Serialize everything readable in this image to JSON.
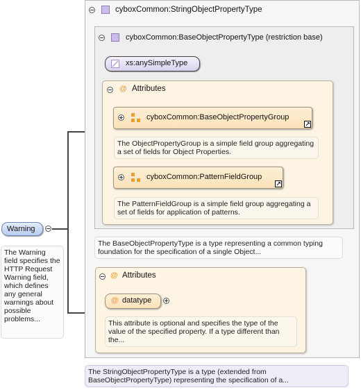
{
  "element": {
    "name": "Warning",
    "doc": "The Warning field specifies the HTTP Request Warning field, which defines any general warnings about possible problems..."
  },
  "outer_type": {
    "name": "cyboxCommon:StringObjectPropertyType",
    "doc": "The StringObjectPropertyType is a type (extended from BaseObjectPropertyType) representing the specification of a..."
  },
  "base_type": {
    "name": "cyboxCommon:BaseObjectPropertyType (restriction base)",
    "doc": "The BaseObjectPropertyType is a type representing a common typing foundation for the specification of a single Object...",
    "simple_type": "xs:anySimpleType",
    "attributes_label": "Attributes",
    "groups": [
      {
        "name": "cyboxCommon:BaseObjectPropertyGroup",
        "doc": "The ObjectPropertyGroup is a simple field group aggregating a set of fields for Object Properties."
      },
      {
        "name": "cyboxCommon:PatternFieldGroup",
        "doc": "The PatternFieldGroup is a simple field group aggregating a set of fields for application of patterns."
      }
    ]
  },
  "ext_attributes": {
    "label": "Attributes",
    "attr_name": "datatype",
    "attr_doc": "This attribute is optional and specifies the type of the value of the specified property. If a type different than the..."
  },
  "colors": {
    "element_fill": "#c9d9f2",
    "attributes_fill": "#fdf0d8",
    "group_fill": "#fde6bf",
    "type_icon": "#cbbde6",
    "connector": "#444444"
  }
}
